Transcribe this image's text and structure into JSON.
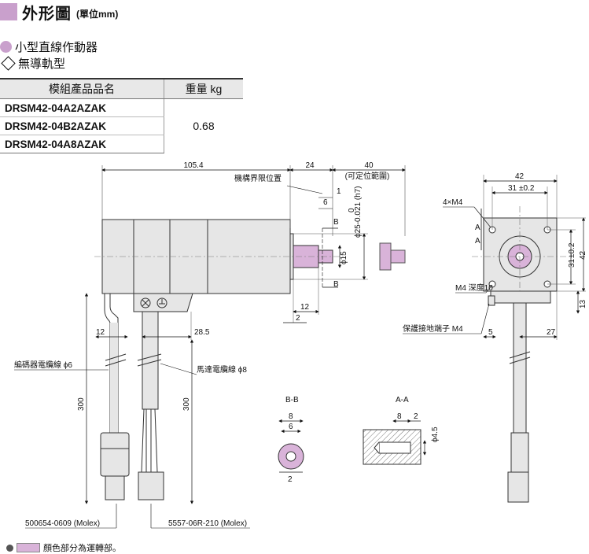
{
  "header": {
    "title": "外形圖",
    "unit": "(單位mm)"
  },
  "section": {
    "type_label": "小型直線作動器",
    "subtype_label": "無導軌型"
  },
  "table": {
    "col_model": "模組產品品名",
    "col_weight": "重量 kg",
    "models": [
      "DRSM42-04A2AZAK",
      "DRSM42-04B2AZAK",
      "DRSM42-04A8AZAK"
    ],
    "weight": "0.68"
  },
  "drawing": {
    "dim_total": "105.4",
    "dim_24": "24",
    "dim_40": "40",
    "stroke_note": "(可定位範圍)",
    "limit_label": "機構界限位置",
    "dim_1": "1",
    "dim_6": "6",
    "shaft_dia": "ϕ25-0.021 (h7)",
    "shaft_tol_top": "0",
    "rod_dia": "ϕ15",
    "section_b_top": "B",
    "section_b_bottom": "B",
    "dim_12": "12",
    "dim_2": "2",
    "cable_dim_12": "12",
    "cable_dim_285": "28.5",
    "encoder_cable": "編碼器電纜線 ϕ6",
    "motor_cable": "馬達電纜線 ϕ8",
    "len_300_left": "300",
    "len_300_right": "300",
    "connector_left": "500654-0609 (Molex)",
    "connector_right": "5557-06R-210 (Molex)",
    "bb_title": "B-B",
    "bb_dim_8": "8",
    "bb_dim_6": "6",
    "bb_dim_2": "2",
    "aa_title": "A-A",
    "aa_dim_8": "8",
    "aa_dim_2": "2",
    "aa_dia": "ϕ4.5",
    "front_dim_42": "42",
    "front_dim_31": "31",
    "front_tol_31": "±0.2",
    "front_dim_42_v": "42",
    "front_dim_31_v": "31",
    "front_tol_31_v": "±0.2",
    "screw_label": "4×M4",
    "section_a_top": "A",
    "section_a_bottom": "A",
    "depth_label": "M4 深度10",
    "ground_label": "保護接地端子 M4",
    "dim_5": "5",
    "dim_27": "27",
    "dim_13": "13"
  },
  "legend": {
    "text": "顏色部分為運轉部。"
  },
  "colors": {
    "accent": "#c9a0cc",
    "moving_part": "#d9b3d9",
    "body_fill": "#e6e6e6"
  }
}
